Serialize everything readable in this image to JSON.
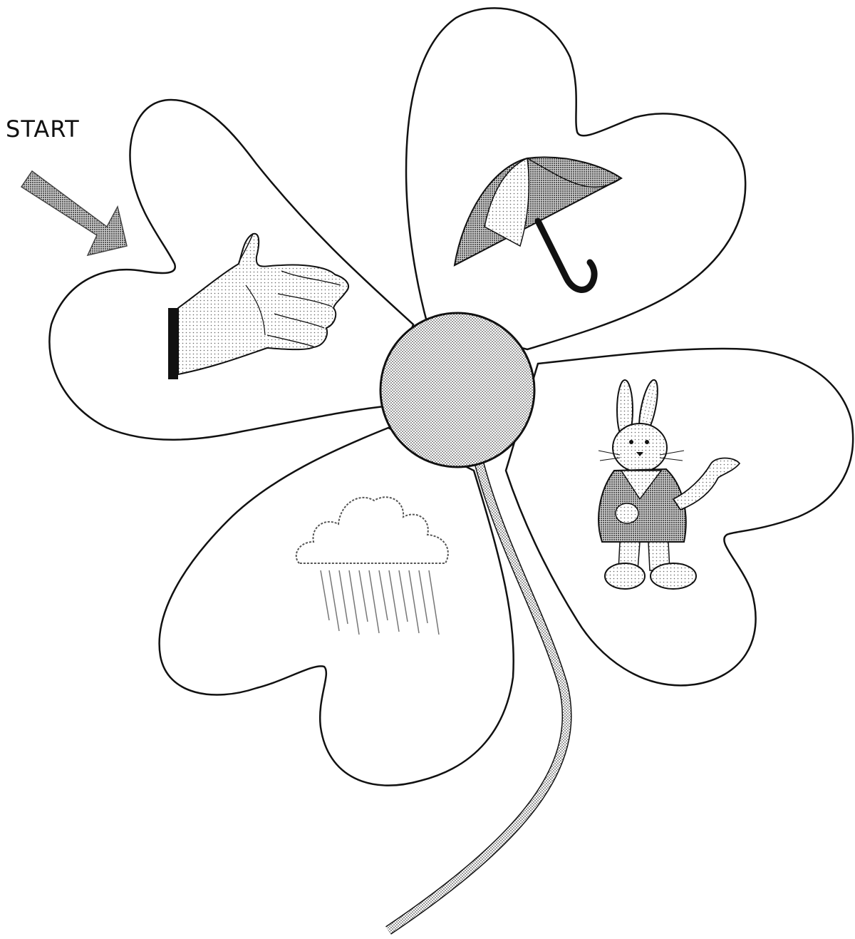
{
  "start_label": "START",
  "leaves": [
    {
      "id": "hand",
      "icon": "hand-icon"
    },
    {
      "id": "umbrella",
      "icon": "umbrella-icon"
    },
    {
      "id": "rabbit",
      "icon": "rabbit-icon"
    },
    {
      "id": "rain-cloud",
      "icon": "rain-cloud-icon"
    }
  ],
  "colors": {
    "outline": "#111111",
    "shade": "#b9b9b9",
    "dark_shade": "#7a7a7a",
    "paper": "#ffffff"
  }
}
